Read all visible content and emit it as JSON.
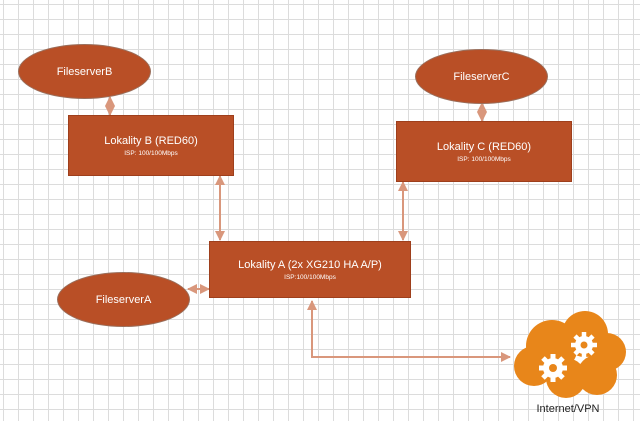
{
  "colors": {
    "node_fill": "#b94f26",
    "arrow": "#d9977c",
    "cloud": "#e8861a",
    "gear": "#ffffff"
  },
  "nodes": {
    "fileserver_b": {
      "label": "FileserverB"
    },
    "lokality_b": {
      "label": "Lokality B (RED60)",
      "sub": "ISP: 100/100Mbps"
    },
    "fileserver_c": {
      "label": "FileserverC"
    },
    "lokality_c": {
      "label": "Lokality C (RED60)",
      "sub": "ISP: 100/100Mbps"
    },
    "lokality_a": {
      "label": "Lokality A (2x XG210 HA A/P)",
      "sub": "ISP:100/100Mbps"
    },
    "fileserver_a": {
      "label": "FileserverA"
    },
    "internet": {
      "label": "Internet/VPN",
      "icon": "cloud-gears-icon"
    }
  }
}
